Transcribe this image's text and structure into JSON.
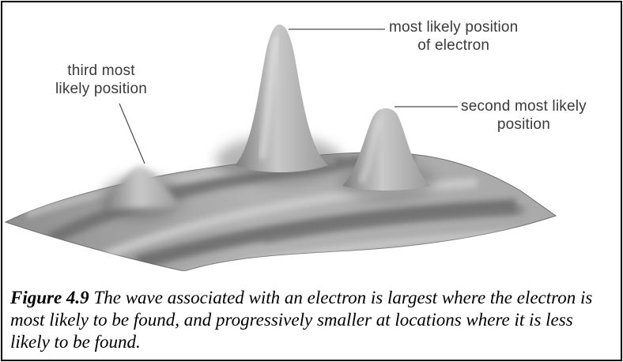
{
  "labels": {
    "primary": [
      "most likely position",
      "of electron"
    ],
    "secondary": [
      "second most likely",
      "position"
    ],
    "tertiary": [
      "third most",
      "likely position"
    ]
  },
  "caption": {
    "figure_number": "Figure 4.9",
    "text": " The wave associated with an electron is largest where the electron is most likely to be found, and progressively smaller at locations where it is less likely to be found."
  }
}
